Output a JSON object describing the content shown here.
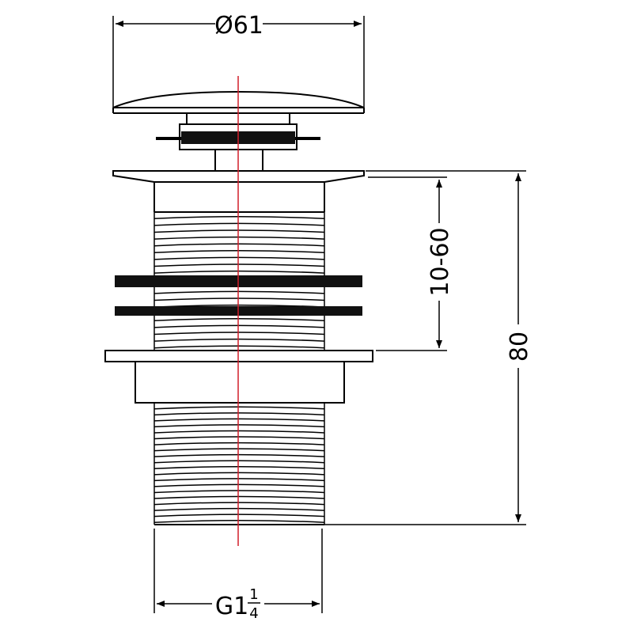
{
  "dimensions": {
    "cap_diameter": "Ø61",
    "adjust_range": "10-60",
    "total_height": "80",
    "thread_prefix": "G1",
    "thread_fraction_num": "1",
    "thread_fraction_den": "4"
  },
  "colors": {
    "line": "#000000",
    "centerline": "#d21e2a",
    "washer": "#111111"
  },
  "thread_rows": {
    "upper_count": 20,
    "lower_count": 20
  }
}
